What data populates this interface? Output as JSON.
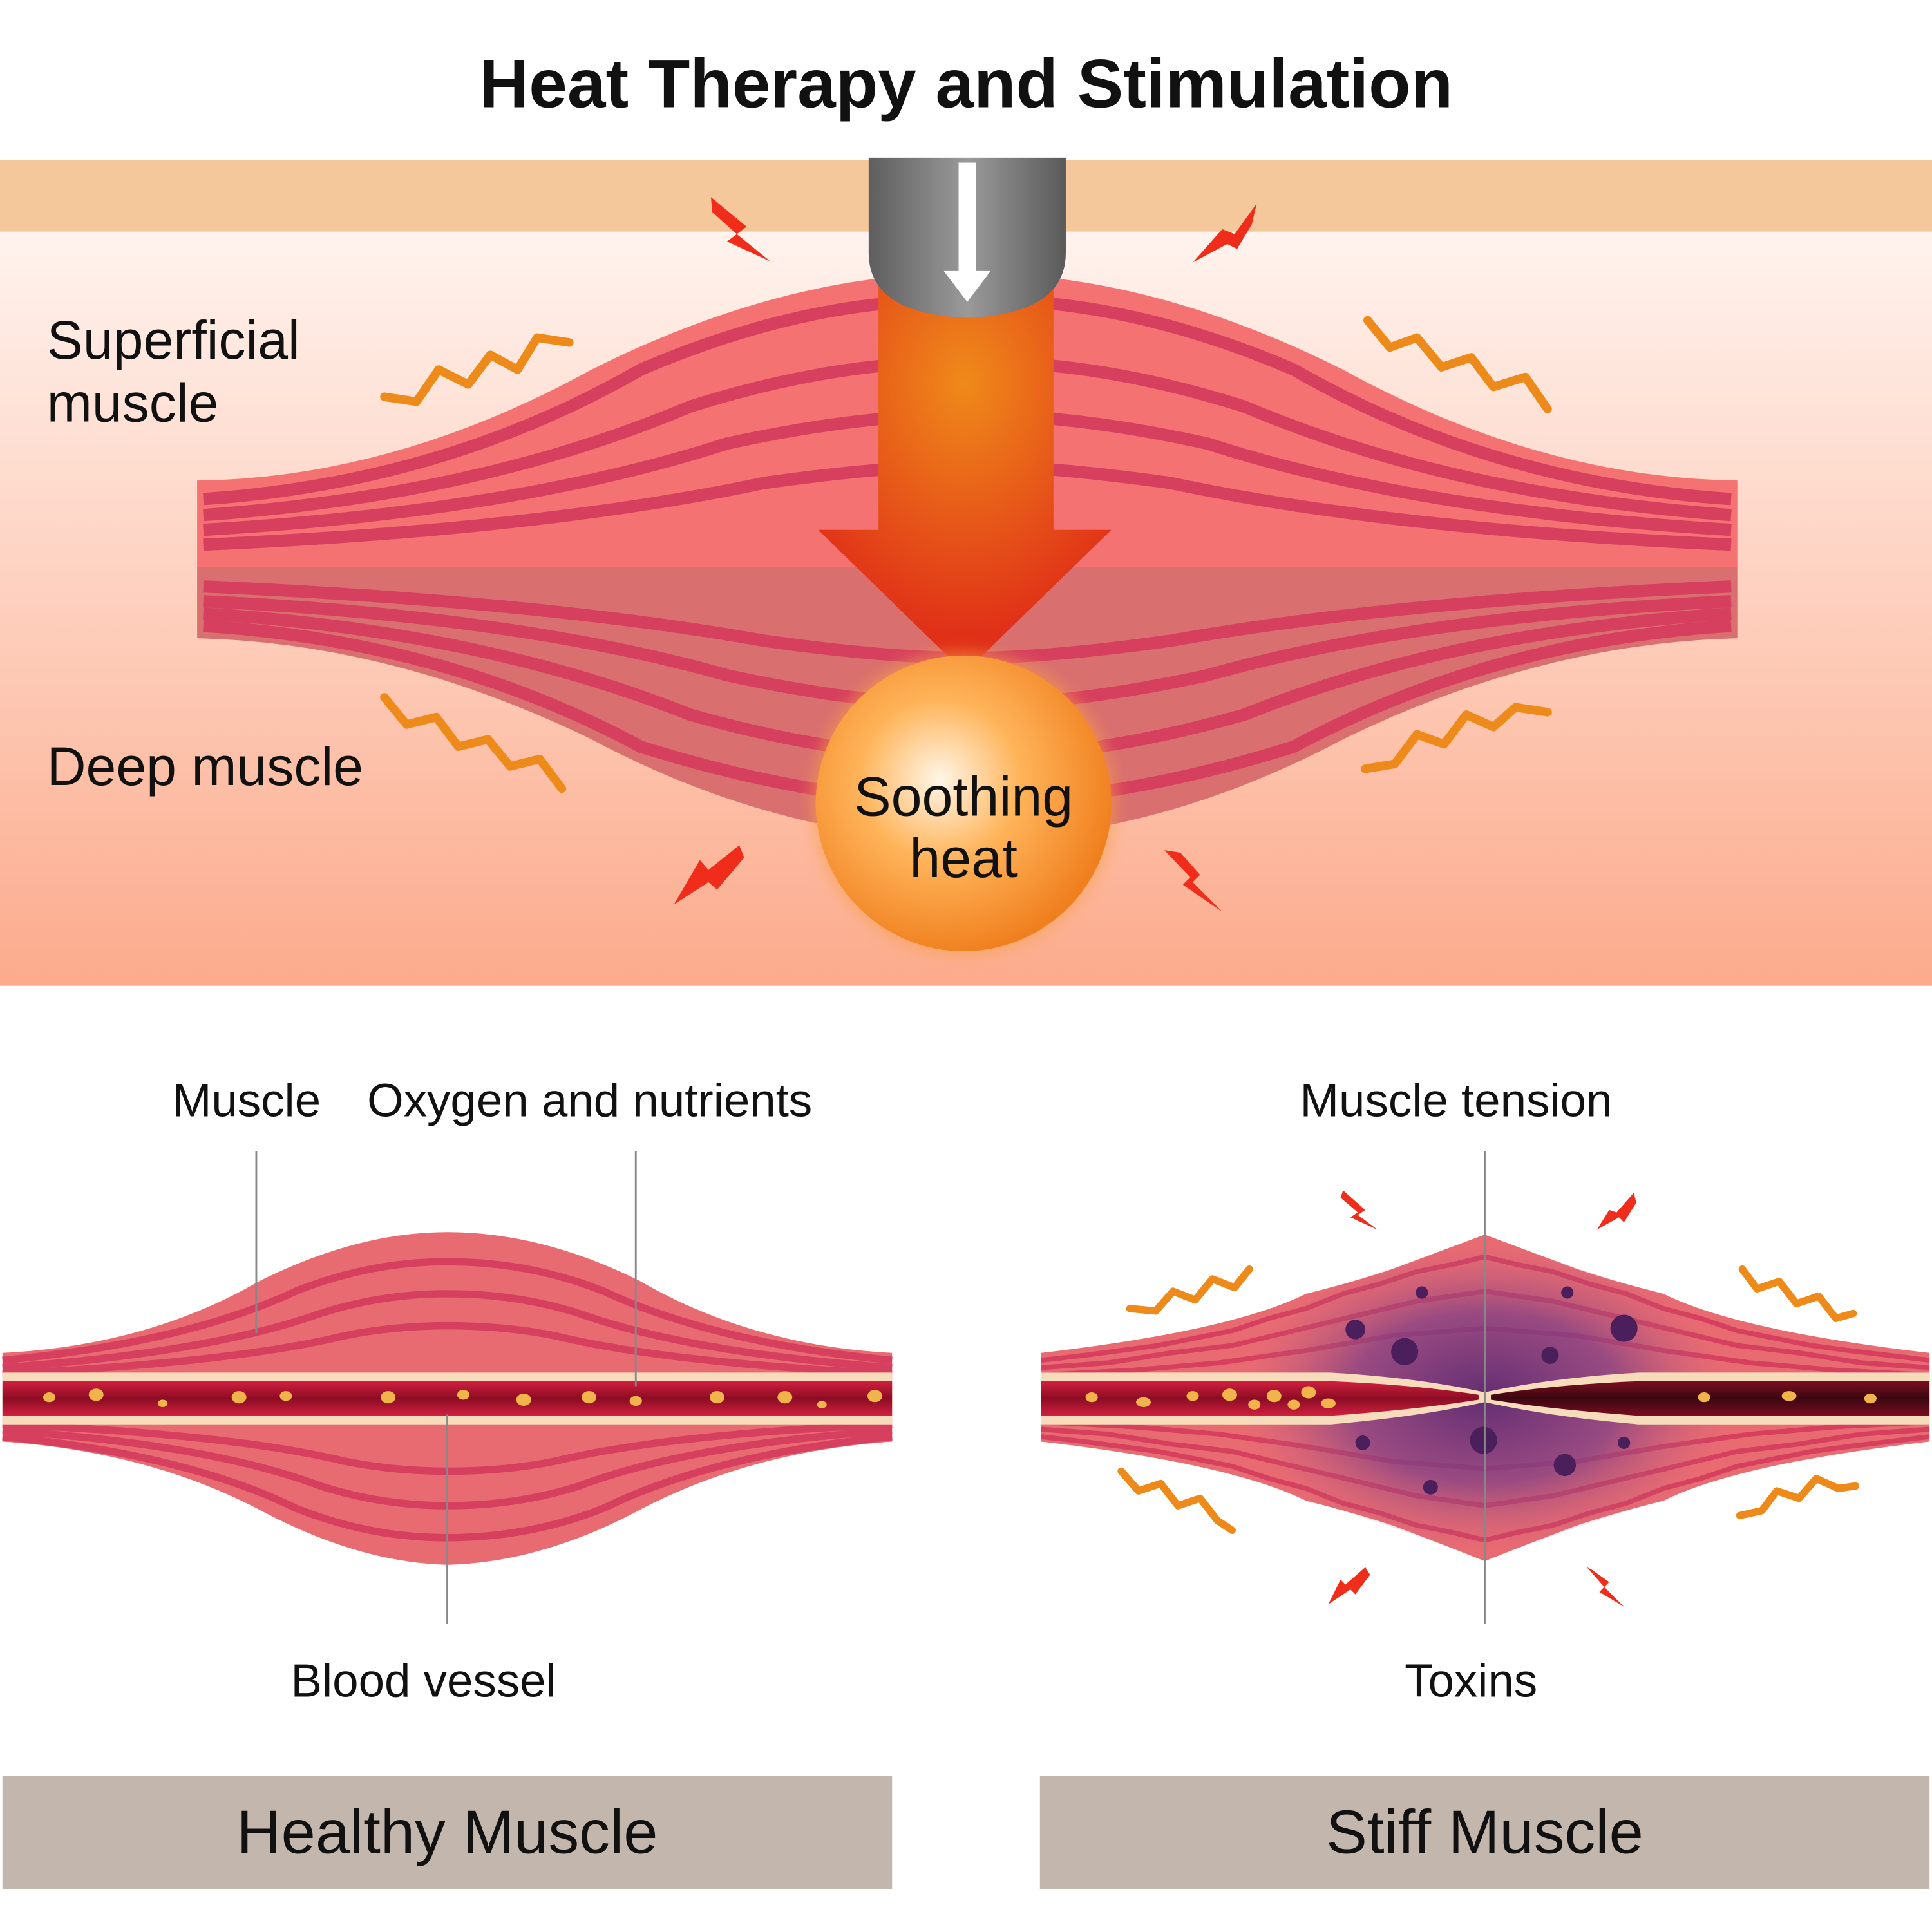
{
  "title": "Heat Therapy and Stimulation",
  "top_panel": {
    "superficial_label": "Superficial muscle",
    "deep_label": "Deep muscle",
    "heat_label": "Soothing heat"
  },
  "healthy": {
    "muscle_label": "Muscle",
    "oxygen_label": "Oxygen and nutrients",
    "vessel_label": "Blood vessel",
    "caption": "Healthy Muscle"
  },
  "stiff": {
    "tension_label": "Muscle tension",
    "toxins_label": "Toxins",
    "caption": "Stiff Muscle"
  },
  "colors": {
    "skin": "#f5c89c",
    "muscle_superficial": "#f47272",
    "muscle_deep": "#d96f6f",
    "fiber": "#d6405e",
    "heat_orange": "#f39a2e",
    "arrow_red": "#e0321c",
    "spark_red": "#f02d1a",
    "zigzag": "#ee8a1a",
    "vessel": "#a8122e",
    "toxin": "#4a1f5c",
    "caption_bar": "#c3b6ad"
  },
  "icons": [
    "heat-probe-icon",
    "down-arrow-icon",
    "spark-icon",
    "zigzag-icon",
    "toxin-icon"
  ]
}
